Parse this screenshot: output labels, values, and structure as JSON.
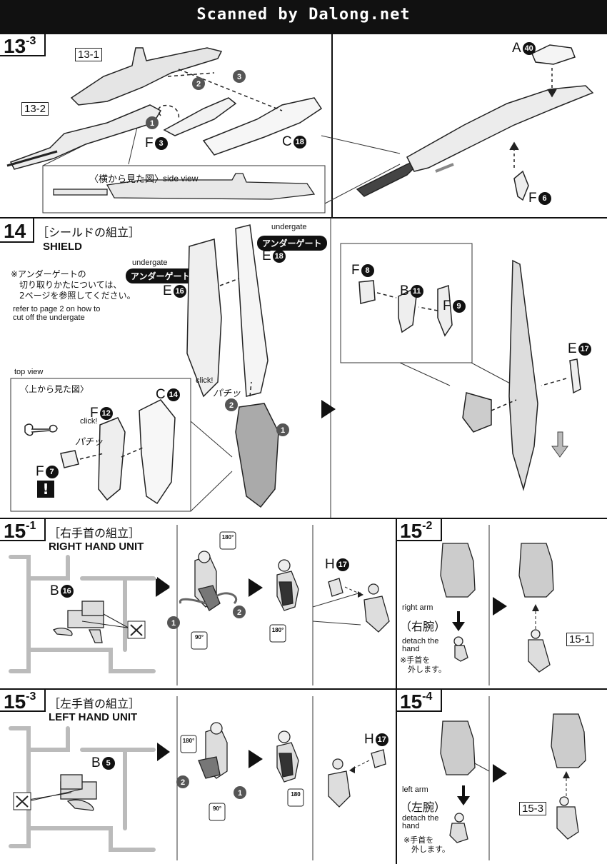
{
  "header": {
    "banner": "Scanned by Dalong.net"
  },
  "s13_3": {
    "step": "13",
    "sub": "-3",
    "ref1": "13-1",
    "ref2": "13-2",
    "side_view_jp": "〈横から見た図〉",
    "side_view_en": "side view",
    "parts": {
      "f3": "F",
      "f3n": "3",
      "c18": "C",
      "c18n": "18",
      "a40": "A",
      "a40n": "40",
      "f6": "F",
      "f6n": "6"
    },
    "steps": [
      "1",
      "2",
      "3"
    ]
  },
  "s14": {
    "step": "14",
    "title_jp": "［シールドの組立］",
    "title_en": "SHIELD",
    "undergate_en_1": "undergate",
    "undergate_jp_1": "アンダーゲート",
    "undergate_en_2": "undergate",
    "undergate_jp_2": "アンダーゲート",
    "note_jp": "※アンダーゲートの\n　切り取りかたについては、\n　2ページを参照してください。",
    "note_en": "refer to page 2 on how to\ncut off the undergate",
    "top_view_en": "top view",
    "top_view_jp": "〈上から見た図〉",
    "click_1": "click!",
    "click_2": "click!",
    "pachi_1": "パチッ",
    "pachi_2": "パチッ",
    "parts": {
      "e16": "E",
      "e16n": "16",
      "e18": "E",
      "e18n": "18",
      "f12": "F",
      "f12n": "12",
      "c14": "C",
      "c14n": "14",
      "f7": "F",
      "f7n": "7",
      "f8": "F",
      "f8n": "8",
      "b11": "B",
      "b11n": "11",
      "f9": "F",
      "f9n": "9",
      "e17": "E",
      "e17n": "17"
    },
    "warning": "!",
    "steps": [
      "1",
      "2"
    ]
  },
  "s15_1": {
    "step": "15",
    "sub": "-1",
    "title_jp": "［右手首の組立］",
    "title_en": "RIGHT HAND UNIT",
    "parts": {
      "b16": "B",
      "b16n": "16",
      "h17": "H",
      "h17n": "17"
    },
    "angles": [
      "180°",
      "90°",
      "180°"
    ],
    "steps": [
      "1",
      "2"
    ]
  },
  "s15_2": {
    "step": "15",
    "sub": "-2",
    "arm_en": "right arm",
    "arm_jp": "（右腕）",
    "detach_en": "detach the\nhand",
    "detach_jp": "※手首を\n　外します。",
    "ref": "15-1"
  },
  "s15_3": {
    "step": "15",
    "sub": "-3",
    "title_jp": "［左手首の組立］",
    "title_en": "LEFT HAND UNIT",
    "parts": {
      "b5": "B",
      "b5n": "5",
      "h17": "H",
      "h17n": "17"
    },
    "angles": [
      "180°",
      "90°",
      "180"
    ],
    "steps": [
      "1",
      "2"
    ]
  },
  "s15_4": {
    "step": "15",
    "sub": "-4",
    "arm_en": "left arm",
    "arm_jp": "（左腕）",
    "detach_en": "detach the\nhand",
    "detach_jp": "※手首を\n　外します。",
    "ref": "15-3"
  }
}
